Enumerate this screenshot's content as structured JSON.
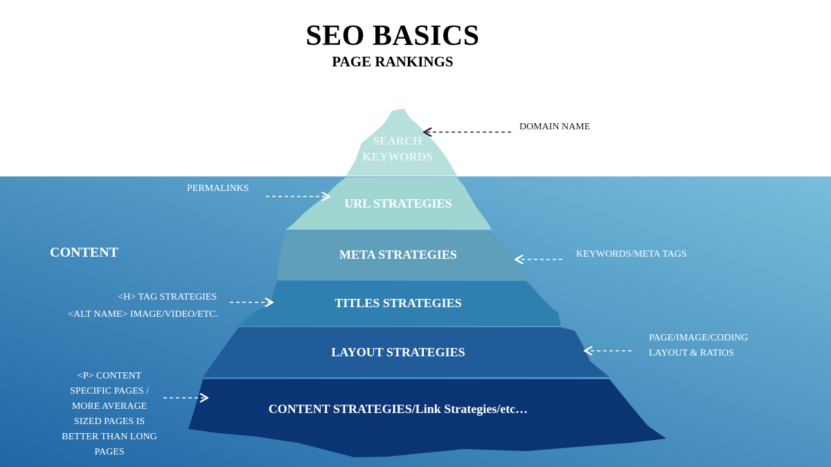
{
  "title": "SEO BASICS",
  "subtitle": "PAGE RANKINGS",
  "side_label": "CONTENT",
  "layers": [
    {
      "label_lines": [
        "SEARCH",
        "KEYWORDS"
      ],
      "color": "#b7dfdc"
    },
    {
      "label_lines": [
        "URL STRATEGIES"
      ],
      "color": "#9fd6d1"
    },
    {
      "label_lines": [
        "META STRATEGIES"
      ],
      "color": "#5f9fba"
    },
    {
      "label_lines": [
        "TITLES STRATEGIES"
      ],
      "color": "#2f7fb0"
    },
    {
      "label_lines": [
        "LAYOUT STRATEGIES"
      ],
      "color": "#1f5c99"
    },
    {
      "label_lines": [
        "CONTENT STRATEGIES/Link Strategies/etc…"
      ],
      "color": "#0a3473"
    }
  ],
  "annotations": {
    "domain_name": [
      "DOMAIN NAME"
    ],
    "permalinks": [
      "PERMALINKS"
    ],
    "keywords_meta": [
      "KEYWORDS/META TAGS"
    ],
    "tag_strategies": [
      "<H> TAG STRATEGIES",
      "<ALT NAME> IMAGE/VIDEO/ETC."
    ],
    "page_image": [
      "PAGE/IMAGE/CODING",
      "LAYOUT & RATIOS"
    ],
    "p_content": [
      "<P> CONTENT",
      "SPECIFIC PAGES /",
      "MORE AVERAGE",
      "SIZED PAGES IS",
      "BETTER THAN LONG",
      "PAGES"
    ]
  },
  "colors": {
    "water_dark": "#1f66a6",
    "water_light": "#78bfdc",
    "arrow_white": "#ffffff",
    "arrow_dark": "#222222"
  }
}
